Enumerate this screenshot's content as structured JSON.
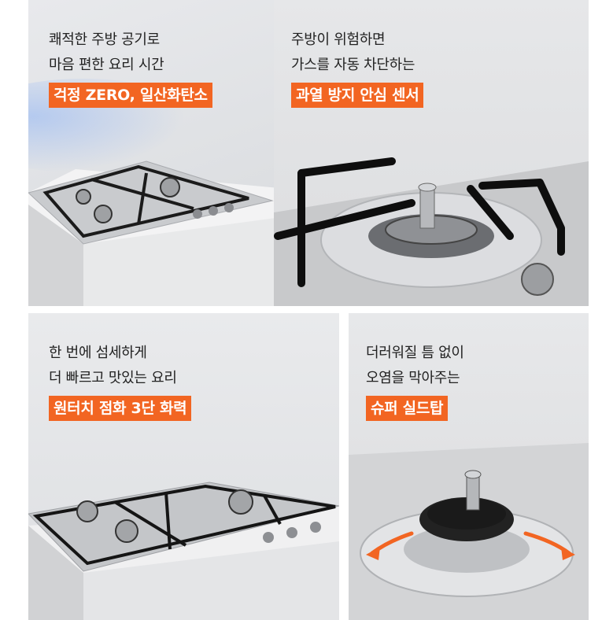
{
  "panels": [
    {
      "line1": "쾌적한 주방 공기로",
      "line2": "마음 편한 요리 시간",
      "highlight": "걱정 ZERO, 일산화탄소"
    },
    {
      "line1": "주방이 위험하면",
      "line2": "가스를 자동 차단하는",
      "highlight": "과열 방지 안심 센서"
    },
    {
      "line1": "한 번에 섬세하게",
      "line2": "더 빠르고 맛있는 요리",
      "highlight": "원터치 점화 3단 화력"
    },
    {
      "line1": "더러워질 틈 없이",
      "line2": "오염을 막아주는",
      "highlight": "슈퍼 실드탑"
    }
  ],
  "colors": {
    "accent": "#f26522",
    "text": "#222222",
    "background": "#e4e5e8"
  },
  "icons": [
    "gas-cooktop-image",
    "burner-grate-image",
    "gas-cooktop-image",
    "sealed-burner-image",
    "flow-arrow-icon"
  ]
}
